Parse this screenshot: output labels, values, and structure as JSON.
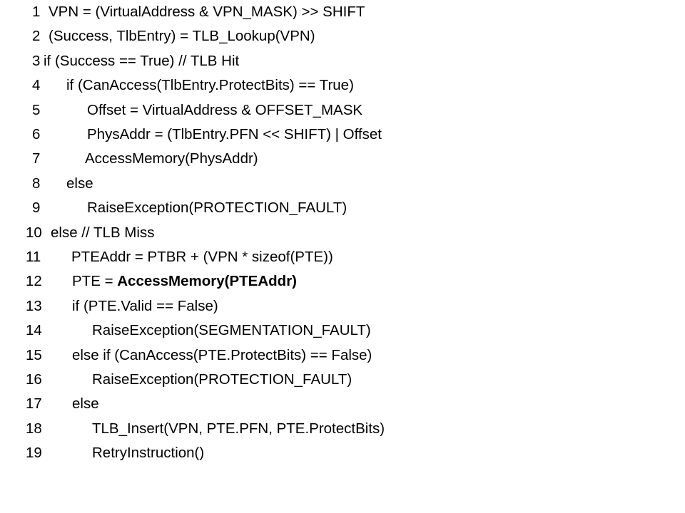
{
  "code": {
    "lines": [
      {
        "num": "1",
        "parts": [
          {
            "text": "VPN = (VirtualAddress & VPN_MASK) >> SHIFT",
            "bold": false
          }
        ]
      },
      {
        "num": "2",
        "parts": [
          {
            "text": "(Success, TlbEntry) = TLB_Lookup(VPN)",
            "bold": false
          }
        ]
      },
      {
        "num": "3",
        "parts": [
          {
            "text": "if (Success == True) // TLB Hit",
            "bold": false
          }
        ]
      },
      {
        "num": "4",
        "parts": [
          {
            "text": "if (CanAccess(TlbEntry.ProtectBits) == True)",
            "bold": false
          }
        ]
      },
      {
        "num": "5",
        "parts": [
          {
            "text": "Offset = VirtualAddress & OFFSET_MASK",
            "bold": false
          }
        ]
      },
      {
        "num": "6",
        "parts": [
          {
            "text": "PhysAddr = (TlbEntry.PFN << SHIFT) | Offset",
            "bold": false
          }
        ]
      },
      {
        "num": "7",
        "parts": [
          {
            "text": "AccessMemory(PhysAddr)",
            "bold": false
          }
        ]
      },
      {
        "num": "8",
        "parts": [
          {
            "text": "else",
            "bold": false
          }
        ]
      },
      {
        "num": "9",
        "parts": [
          {
            "text": "RaiseException(PROTECTION_FAULT)",
            "bold": false
          }
        ]
      },
      {
        "num": "10",
        "parts": [
          {
            "text": "else // TLB Miss",
            "bold": false
          }
        ]
      },
      {
        "num": "11",
        "parts": [
          {
            "text": "PTEAddr = PTBR + (VPN * sizeof(PTE))",
            "bold": false
          }
        ]
      },
      {
        "num": "12",
        "parts": [
          {
            "text": "PTE = ",
            "bold": false
          },
          {
            "text": "AccessMemory(PTEAddr)",
            "bold": true
          }
        ]
      },
      {
        "num": "13",
        "parts": [
          {
            "text": "if (PTE.Valid == False)",
            "bold": false
          }
        ]
      },
      {
        "num": "14",
        "parts": [
          {
            "text": "RaiseException(SEGMENTATION_FAULT)",
            "bold": false
          }
        ]
      },
      {
        "num": "15",
        "parts": [
          {
            "text": "else if (CanAccess(PTE.ProtectBits) == False)",
            "bold": false
          }
        ]
      },
      {
        "num": "16",
        "parts": [
          {
            "text": "RaiseException(PROTECTION_FAULT)",
            "bold": false
          }
        ]
      },
      {
        "num": "17",
        "parts": [
          {
            "text": "else",
            "bold": false
          }
        ]
      },
      {
        "num": "18",
        "parts": [
          {
            "text": "TLB_Insert(VPN, PTE.PFN, PTE.ProtectBits)",
            "bold": false
          }
        ]
      },
      {
        "num": "19",
        "parts": [
          {
            "text": "RetryInstruction()",
            "bold": false
          }
        ]
      }
    ]
  }
}
